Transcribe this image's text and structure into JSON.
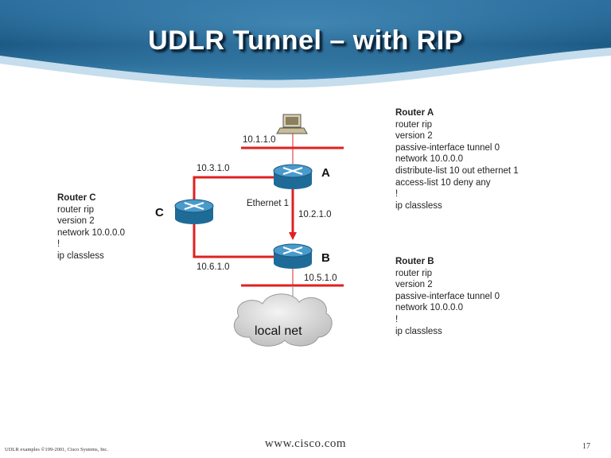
{
  "slide": {
    "title": "UDLR Tunnel – with RIP",
    "footer_left": "UDLR examples ©199-2001, Cisco Systems, Inc.",
    "footer_url": "www.cisco.com",
    "page_number": "17"
  },
  "diagram": {
    "routers": {
      "a": "A",
      "b": "B",
      "c": "C"
    },
    "networks": {
      "net_top": "10.1.1.0",
      "net_ac": "10.3.1.0",
      "net_ab": "10.2.1.0",
      "net_cb": "10.6.1.0",
      "net_bottom": "10.5.1.0"
    },
    "ethernet_label": "Ethernet 1",
    "cloud_label": "local net"
  },
  "config_a": {
    "heading": "Router A",
    "lines": [
      "router rip",
      "version 2",
      "passive-interface tunnel 0",
      "network 10.0.0.0",
      "distribute-list 10 out ethernet 1",
      "access-list 10 deny any",
      "!",
      "ip classless"
    ]
  },
  "config_b": {
    "heading": "Router B",
    "lines": [
      "router rip",
      "version 2",
      "passive-interface tunnel 0",
      "network 10.0.0.0",
      "!",
      "ip classless"
    ]
  },
  "config_c": {
    "heading": "Router C",
    "lines": [
      "router rip",
      "version 2",
      "network 10.0.0.0",
      "!",
      "ip classless"
    ]
  },
  "colors": {
    "link": "#e02020",
    "router": "#2f7fb0",
    "title_bg": "#1d5a86"
  }
}
